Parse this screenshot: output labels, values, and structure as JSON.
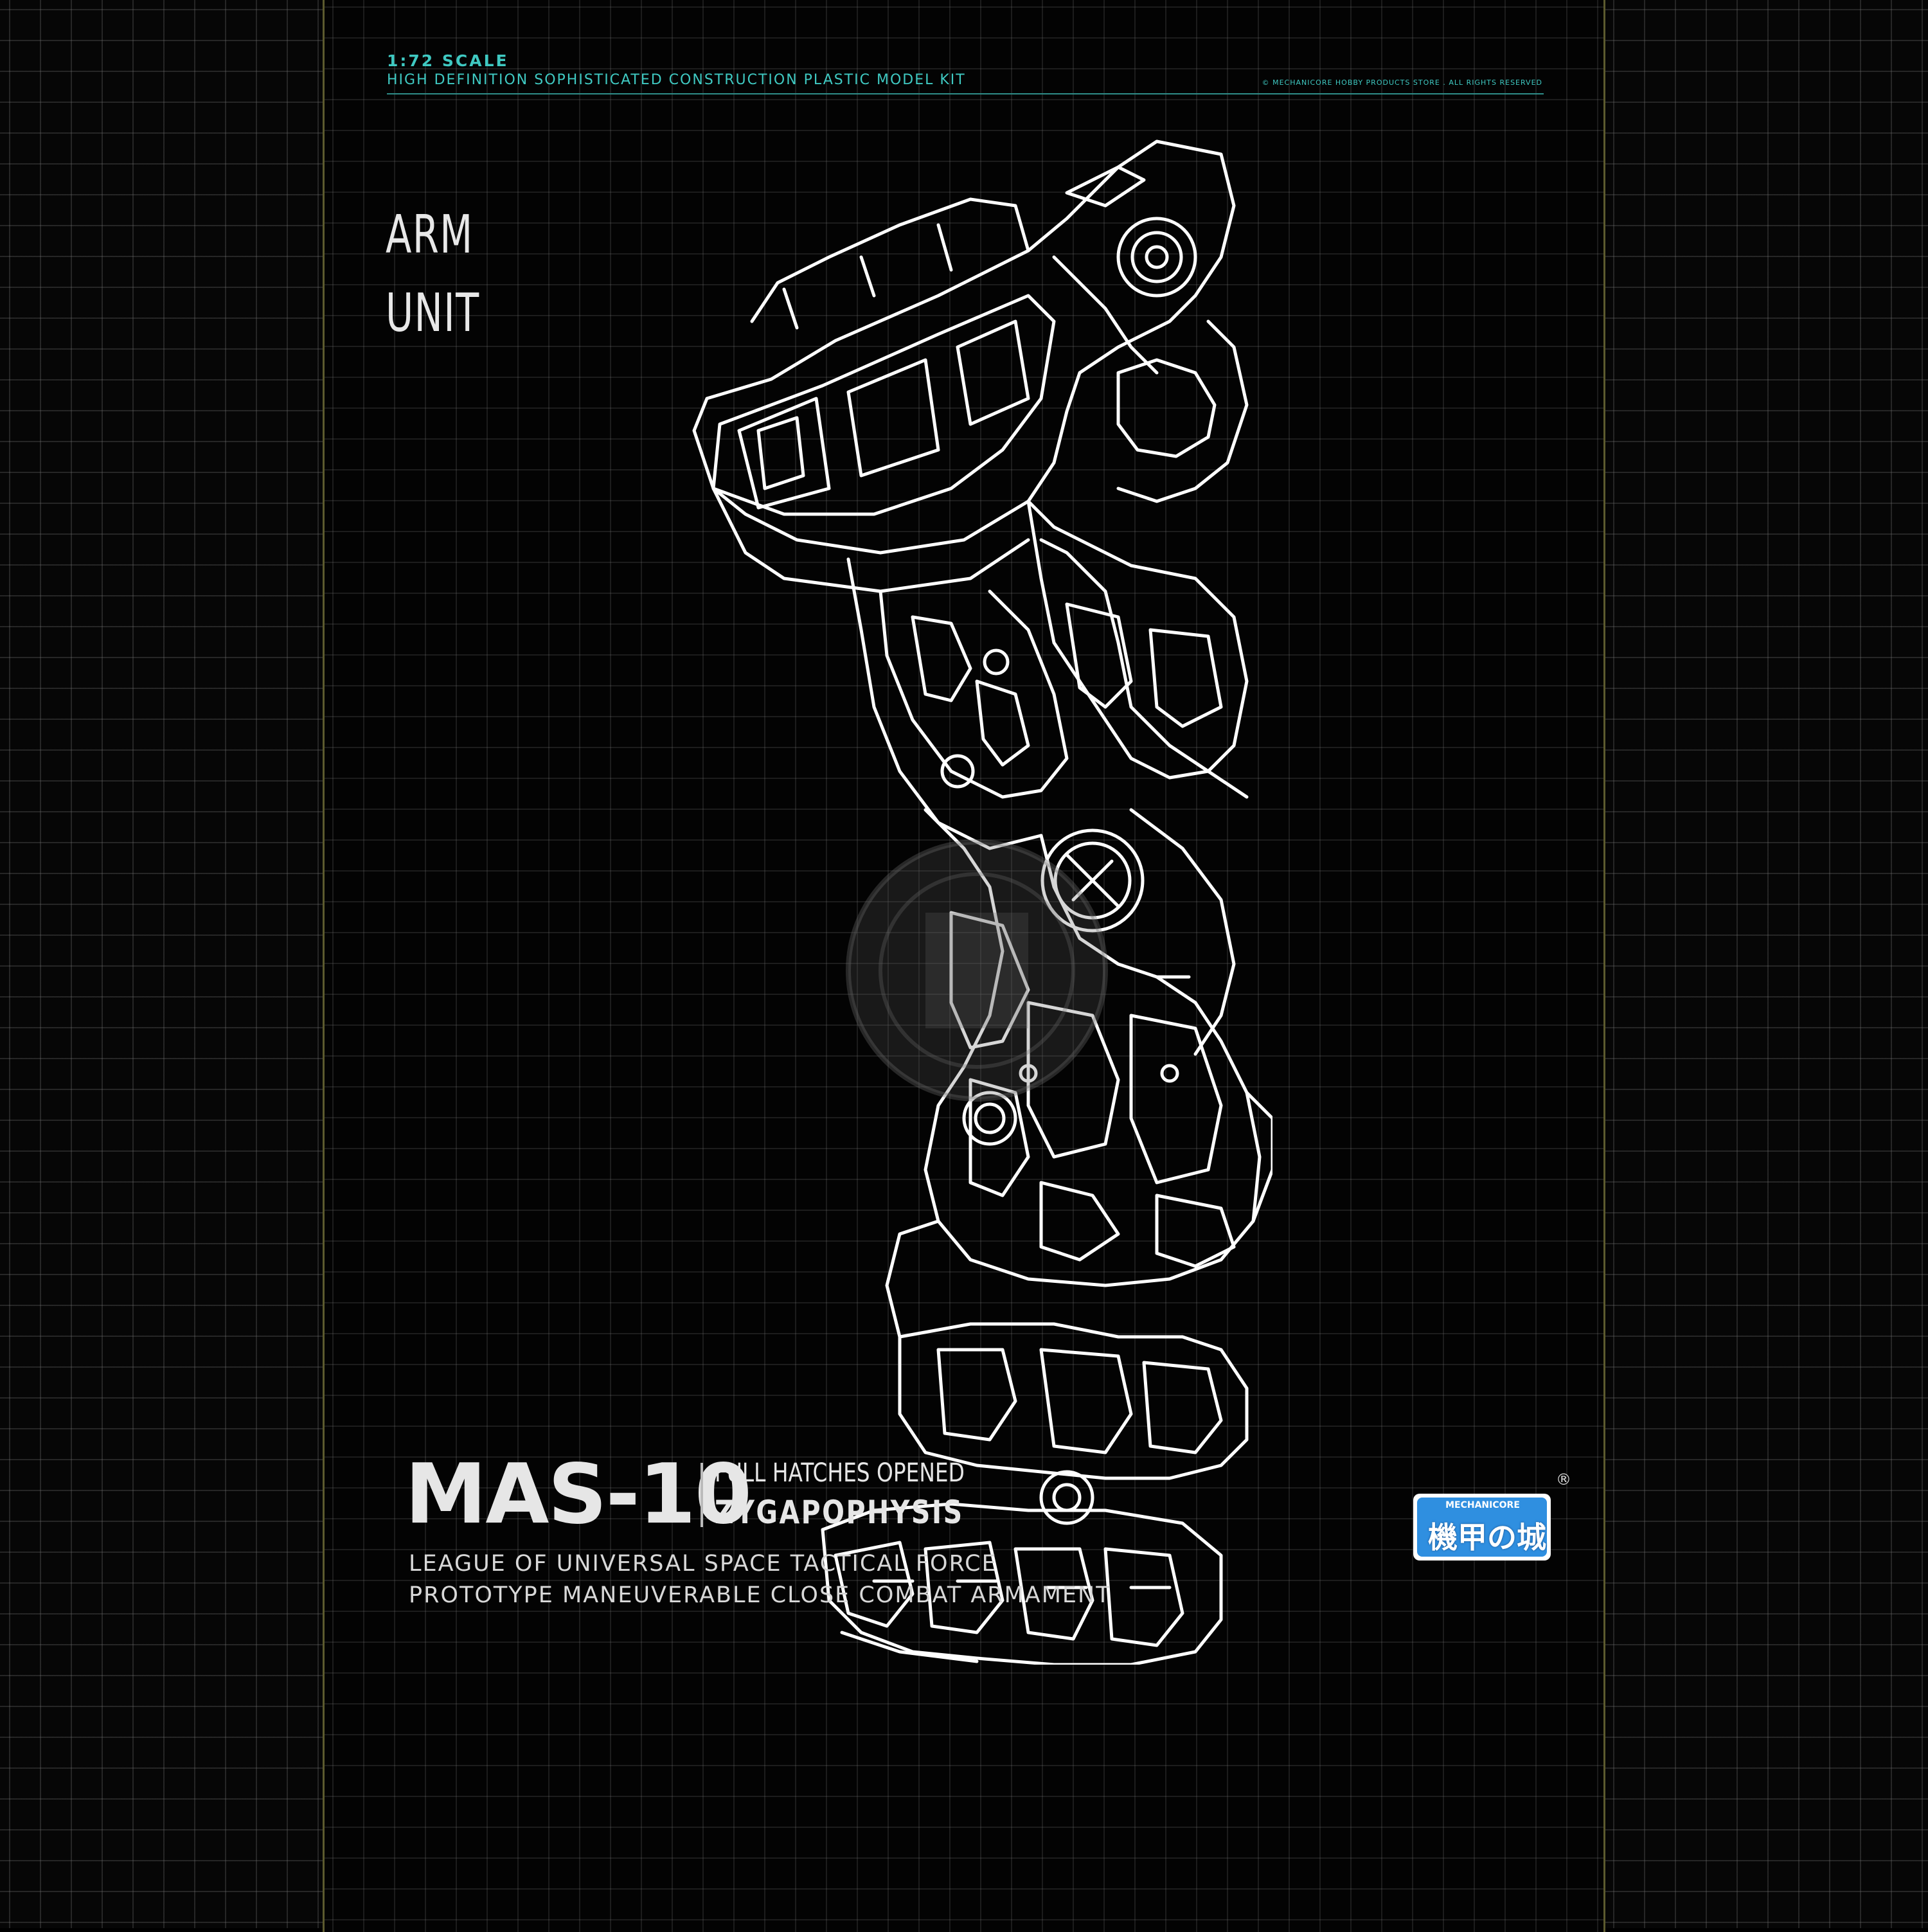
{
  "header": {
    "scale": "1:72 SCALE",
    "subtitle": "HIGH DEFINITION SOPHISTICATED CONSTRUCTION PLASTIC MODEL KIT",
    "copyright": "© MECHANICORE HOBBY PRODUCTS STORE . ALL RIGHTS RESERVED"
  },
  "section": {
    "line1": "ARM",
    "line2": "UNIT"
  },
  "footer": {
    "model": "MAS-10",
    "status": "FULL HATCHES OPENED",
    "name": "ZYGAPOPHYSIS",
    "line1": "LEAGUE OF UNIVERSAL SPACE TACTICAL FORCE",
    "line2": "PROTOTYPE MANEUVERABLE CLOSE COMBAT ARMAMENT"
  },
  "logo": {
    "text": "機甲の城",
    "brand": "MECHANICORE",
    "registered": "®"
  },
  "colors": {
    "accent": "#3fc9c2",
    "frame": "#5c5a2e",
    "line_art": "#ffffff",
    "logo_blue": "#2f8fe0"
  },
  "icons": {
    "drawing": "mech-arm-line-art",
    "watermark": "store-watermark-emblem"
  }
}
